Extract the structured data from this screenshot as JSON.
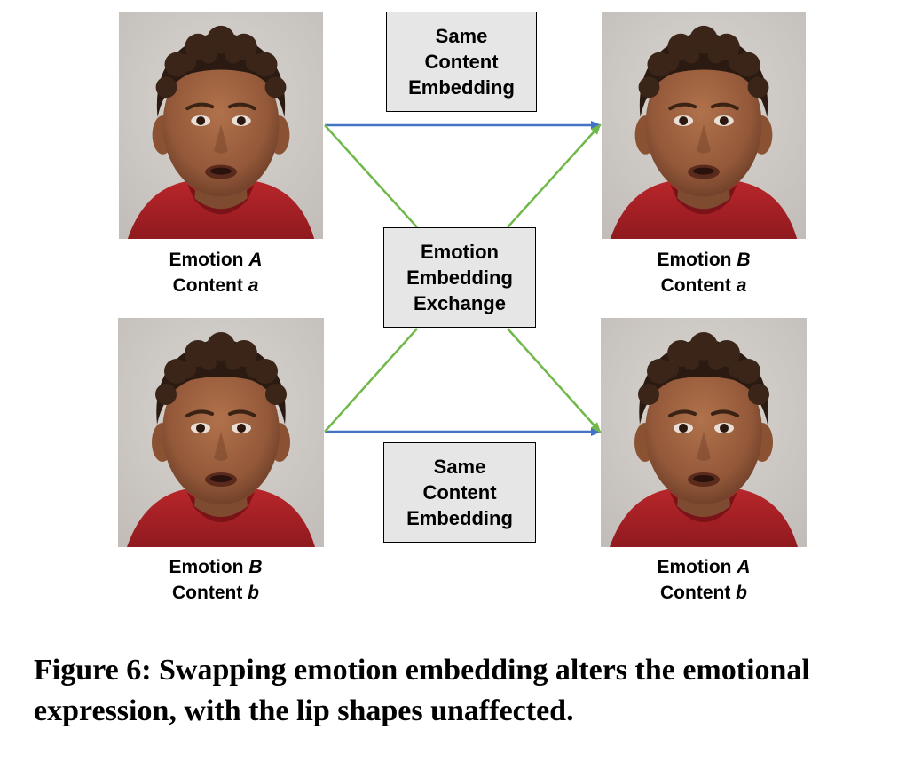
{
  "figure": {
    "boxes": {
      "top": "Same\nContent\nEmbedding",
      "middle": "Emotion\nEmbedding\nExchange",
      "bottom": "Same\nContent\nEmbedding"
    },
    "panels": {
      "top_left": {
        "emotion_prefix": "Emotion",
        "emotion_var": "A",
        "content_prefix": "Content",
        "content_var": "a"
      },
      "bottom_left": {
        "emotion_prefix": "Emotion",
        "emotion_var": "B",
        "content_prefix": "Content",
        "content_var": "b"
      },
      "top_right": {
        "emotion_prefix": "Emotion",
        "emotion_var": "B",
        "content_prefix": "Content",
        "content_var": "a"
      },
      "bottom_right": {
        "emotion_prefix": "Emotion",
        "emotion_var": "A",
        "content_prefix": "Content",
        "content_var": "b"
      }
    },
    "colors": {
      "blue_arrow": "#4472c4",
      "green_line": "#70b84a",
      "box_fill": "#e6e6e6"
    },
    "caption": "Figure 6: Swapping emotion embedding alters the emotional expression, with the lip shapes unaffected."
  }
}
